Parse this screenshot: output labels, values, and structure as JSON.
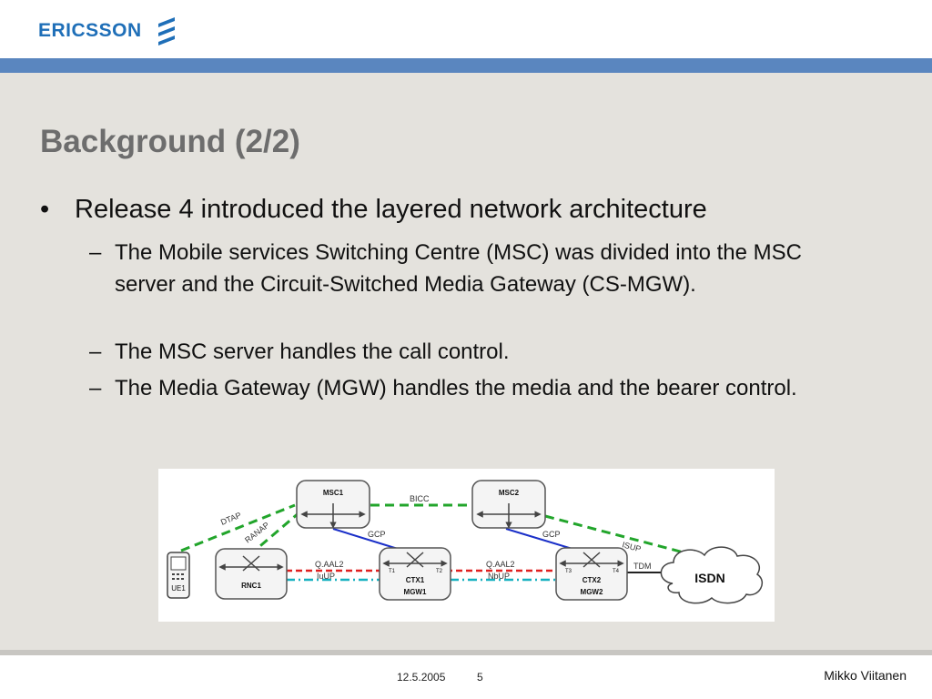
{
  "brand": {
    "name": "ERICSSON",
    "color": "#1f6fb8",
    "bar_color": "#5a86bf"
  },
  "slide": {
    "title": "Background (2/2)",
    "bullet": "Release 4 introduced the layered network architecture",
    "subbullets": [
      "The Mobile services Switching Centre (MSC) was divided into the MSC server and the Circuit-Switched Media Gateway (CS-MGW).",
      "The MSC server handles the call control.",
      "The Media Gateway (MGW) handles the media and the bearer control."
    ]
  },
  "diagram": {
    "nodes": {
      "msc1": "MSC1",
      "msc2": "MSC2",
      "rnc1": "RNC1",
      "ctx1": "CTX1",
      "mgw1": "MGW1",
      "ctx2": "CTX2",
      "mgw2": "MGW2",
      "isdn": "ISDN",
      "ue1": "UE1"
    },
    "terminations": {
      "t1": "T1",
      "t2": "T2",
      "t3": "T3",
      "t4": "T4"
    },
    "links": {
      "dtap": "DTAP",
      "ranap": "RANAP",
      "bicc": "BICC",
      "gcp1": "GCP",
      "gcp2": "GCP",
      "isup": "ISUP",
      "qaal2_1": "Q.AAL2",
      "iuup": "IuUP",
      "qaal2_2": "Q.AAL2",
      "nbup": "NbUP",
      "tdm": "TDM"
    },
    "colors": {
      "signalling": "#22a52b",
      "control": "#1a2fc8",
      "bearer": "#e02020",
      "user_plane": "#15b0c0"
    }
  },
  "footer": {
    "date": "12.5.2005",
    "page": "5",
    "author": "Mikko Viitanen"
  }
}
